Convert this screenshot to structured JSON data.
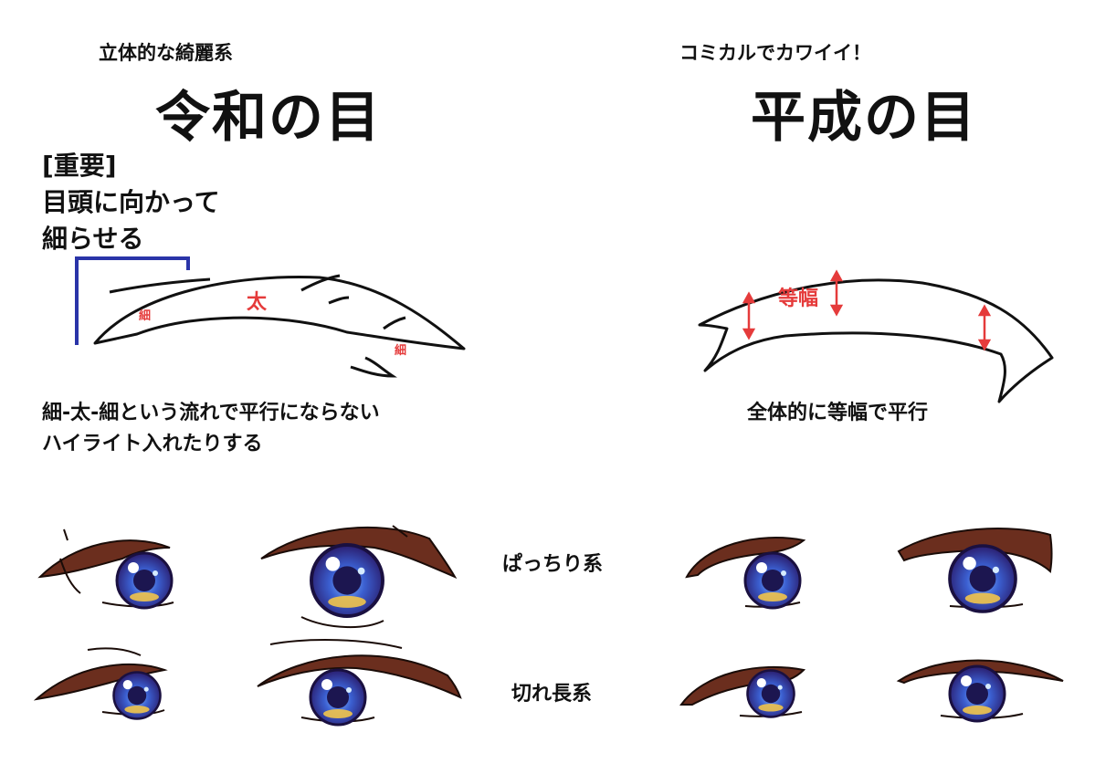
{
  "reiwa": {
    "subtitle": "立体的な綺麗系",
    "title": "令和の目",
    "important": "[重要]",
    "note_line1": "目頭に向かって",
    "note_line2": "細らせる",
    "label_thin": "細",
    "label_thick": "太",
    "caption_line1": "細-太-細という流れで平行にならない",
    "caption_line2": "ハイライト入れたりする"
  },
  "heisei": {
    "subtitle": "コミカルでカワイイ！",
    "title": "平成の目",
    "label_even": "等幅",
    "caption": "全体的に等幅で平行"
  },
  "rows": {
    "row1_label": "ぱっちり系",
    "row2_label": "切れ長系"
  },
  "colors": {
    "bracket": "#2a34a8",
    "red_label": "#e53b3b",
    "lash_brown": "#6b2e1e",
    "iris": "#3b3fa8"
  }
}
